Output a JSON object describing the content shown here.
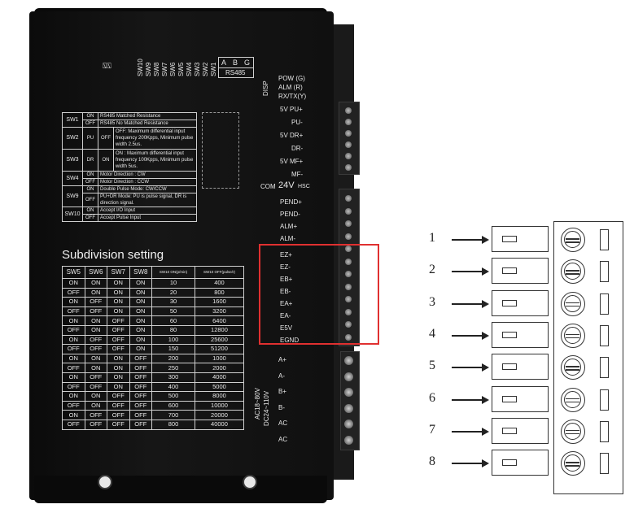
{
  "driver": {
    "sw_headers": [
      "SW10",
      "SW9",
      "SW8",
      "SW7",
      "SW6",
      "SW5",
      "SW4",
      "SW3",
      "SW2",
      "SW1"
    ],
    "rs485_letters": [
      "A",
      "B",
      "G"
    ],
    "rs485_label": "RS485",
    "disp_label": "DISP",
    "leds": [
      "POW (G)",
      "ALM  (R)",
      "RX/TX(Y)"
    ],
    "upper_terminals": [
      "5V PU+",
      "PU-",
      "5V DR+",
      "DR-",
      "5V MF+",
      "MF-"
    ],
    "com_label": "COM",
    "com_voltage": "24V",
    "com_suffix": "HSC",
    "mid_terminals": [
      "PEND+",
      "PEND-",
      "ALM+",
      "ALM-"
    ],
    "encoder_terminals": [
      "EZ+",
      "EZ-",
      "EB+",
      "EB-",
      "EA+",
      "EA-",
      "E5V",
      "EGND"
    ],
    "motor_terminals": [
      "A+",
      "A-",
      "B+",
      "B-",
      "AC",
      "AC"
    ],
    "power_label_1": "AC18~80V",
    "power_label_2": "DC24~110V",
    "sw_table": [
      {
        "sw": "SW1",
        "rows": [
          {
            "state": "ON",
            "desc": "RS485 Matched Resistance"
          },
          {
            "state": "OFF",
            "desc": "RS485 No Matched Resistance"
          }
        ]
      },
      {
        "sw": "SW2",
        "func": "PU",
        "rows": [
          {
            "state": "OFF",
            "desc": "OFF: Maximum differential input frequency 200Kpps, Minimum pulse width 2.5us."
          }
        ]
      },
      {
        "sw": "SW3",
        "func": "DR",
        "rows": [
          {
            "state": "ON",
            "desc": "ON : Maximum differential input frequency 100Kpps, Minimum pulse width 5us."
          }
        ]
      },
      {
        "sw": "SW4",
        "rows": [
          {
            "state": "ON",
            "desc": "Motor Direction : CW"
          },
          {
            "state": "OFF",
            "desc": "Motor Direction : CCW"
          }
        ]
      },
      {
        "sw": "SW9",
        "rows": [
          {
            "state": "ON",
            "desc": "Double Pulse Mode: CW/CCW"
          },
          {
            "state": "OFF",
            "desc": "PU+DR Mode: PU is pulse signal, DR is direction signal."
          }
        ]
      },
      {
        "sw": "SW10",
        "rows": [
          {
            "state": "ON",
            "desc": "Accept I/O Input"
          },
          {
            "state": "OFF",
            "desc": "Accept Pulse Input"
          }
        ]
      }
    ],
    "subdivision_title": "Subdivision setting",
    "subdivision_headers": [
      "SW5",
      "SW6",
      "SW7",
      "SW8",
      "SW10 ON(p/min)",
      "SW10 OFF(pulse/r)"
    ],
    "subdivision_rows": [
      [
        "ON",
        "ON",
        "ON",
        "ON",
        "10",
        "400"
      ],
      [
        "OFF",
        "ON",
        "ON",
        "ON",
        "20",
        "800"
      ],
      [
        "ON",
        "OFF",
        "ON",
        "ON",
        "30",
        "1600"
      ],
      [
        "OFF",
        "OFF",
        "ON",
        "ON",
        "50",
        "3200"
      ],
      [
        "ON",
        "ON",
        "OFF",
        "ON",
        "60",
        "6400"
      ],
      [
        "OFF",
        "ON",
        "OFF",
        "ON",
        "80",
        "12800"
      ],
      [
        "ON",
        "OFF",
        "OFF",
        "ON",
        "100",
        "25600"
      ],
      [
        "OFF",
        "OFF",
        "OFF",
        "ON",
        "150",
        "51200"
      ],
      [
        "ON",
        "ON",
        "ON",
        "OFF",
        "200",
        "1000"
      ],
      [
        "OFF",
        "ON",
        "ON",
        "OFF",
        "250",
        "2000"
      ],
      [
        "ON",
        "OFF",
        "ON",
        "OFF",
        "300",
        "4000"
      ],
      [
        "OFF",
        "OFF",
        "ON",
        "OFF",
        "400",
        "5000"
      ],
      [
        "ON",
        "ON",
        "OFF",
        "OFF",
        "500",
        "8000"
      ],
      [
        "OFF",
        "ON",
        "OFF",
        "OFF",
        "600",
        "10000"
      ],
      [
        "ON",
        "OFF",
        "OFF",
        "OFF",
        "700",
        "20000"
      ],
      [
        "OFF",
        "OFF",
        "OFF",
        "OFF",
        "800",
        "40000"
      ]
    ]
  },
  "connector": {
    "pin_numbers": [
      "1",
      "2",
      "3",
      "4",
      "5",
      "6",
      "7",
      "8"
    ]
  },
  "colors": {
    "highlight": "#e03030",
    "driver_body": "#111111"
  }
}
